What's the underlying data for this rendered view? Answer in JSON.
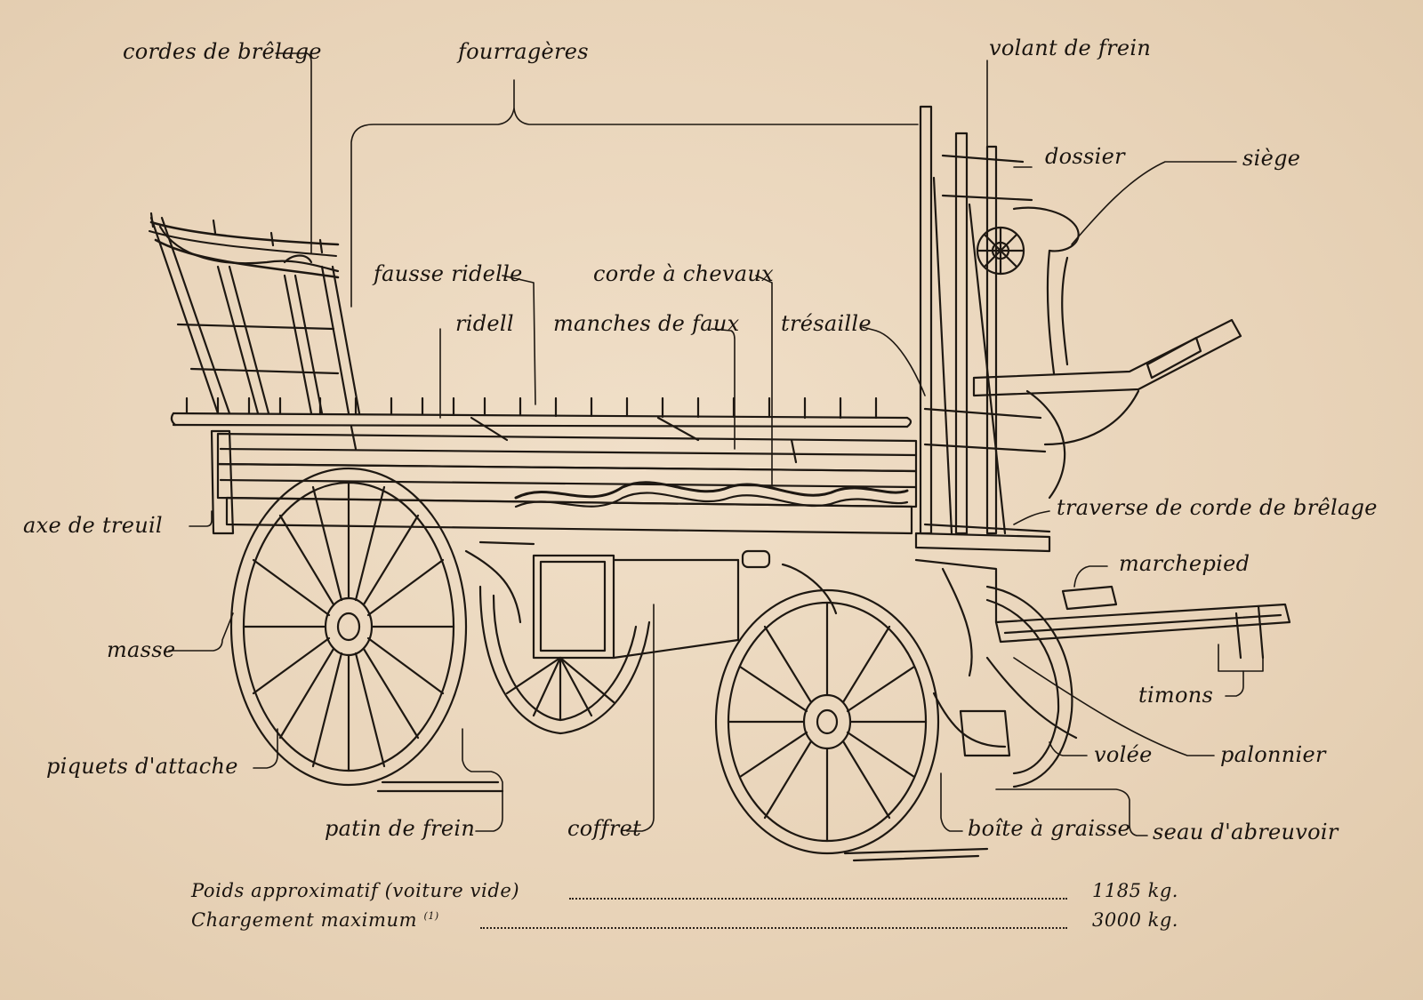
{
  "labels": {
    "cordes_de_brelage": "cordes de brêlage",
    "fourrageres": "fourragères",
    "volant_de_frein": "volant de frein",
    "dossier": "dossier",
    "siege": "siège",
    "fausse_ridelle": "fausse ridelle",
    "corde_a_chevaux": "corde à chevaux",
    "ridelle": "ridell",
    "manches_de_faux": "manches de faux",
    "tresaille": "trésaille",
    "traverse_de_corde_de_brelage": "traverse de corde de brêlage",
    "axe_de_treuil": "axe de treuil",
    "marchepied": "marchepied",
    "masse": "masse",
    "timons": "timons",
    "piquets_d_attache": "piquets d'attache",
    "volee": "volée",
    "palonnier": "palonnier",
    "patin_de_frein": "patin de frein",
    "coffret": "coffret",
    "boite_a_graisse": "boîte à graisse",
    "seau_d_abreuvoir": "seau d'abreuvoir"
  },
  "specs": {
    "weight_label": "Poids approximatif (voiture vide)",
    "weight_value": "1185 kg.",
    "load_label": "Chargement maximum",
    "load_note": "(1)",
    "load_value": "3000 kg."
  },
  "colors": {
    "paper": "#ead7bf",
    "ink": "#1a140f"
  }
}
